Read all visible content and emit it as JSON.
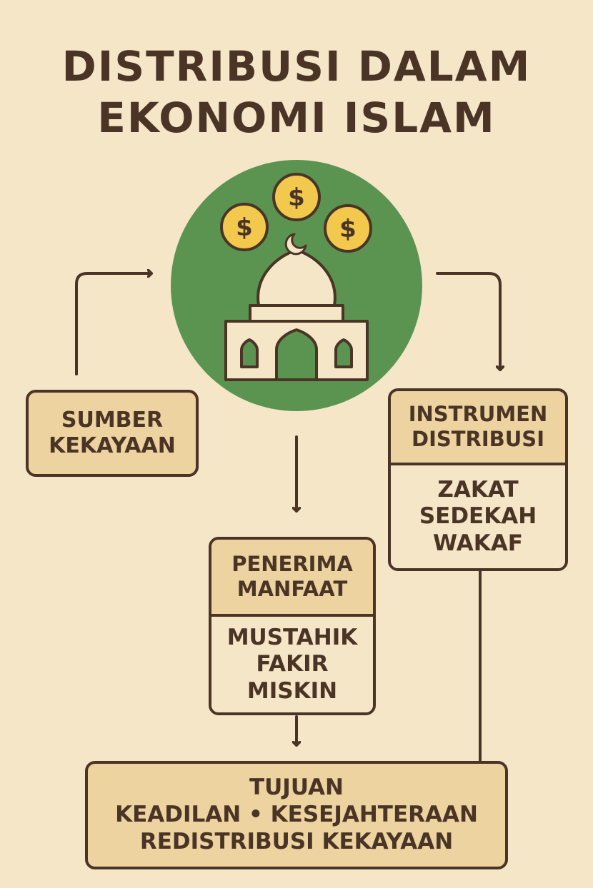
{
  "title": {
    "line1": "DISTRIBUSI DALAM",
    "line2": "EKONOMI ISLAM"
  },
  "coin_symbol": "$",
  "colors": {
    "background": "#f6e6c8",
    "box_fill": "#ecd39f",
    "outline": "#4a3426",
    "circle": "#5a9450",
    "coin": "#f2c94c"
  },
  "boxes": {
    "sumber": {
      "lines": [
        "SUMBER",
        "KEKAYAAN"
      ]
    },
    "instrumen": {
      "header": [
        "INSTRUMEN",
        "DISTRIBUSI"
      ],
      "items": [
        "ZAKAT",
        "SEDEKAH",
        "WAKAF"
      ]
    },
    "penerima": {
      "header": [
        "PENERIMA",
        "MANFAAT"
      ],
      "items": [
        "MUSTAHIK",
        "FAKIR",
        "MISKIN"
      ]
    },
    "tujuan": {
      "lines": [
        "TUJUAN",
        "KEADILAN • KESEJAHTERAAN",
        "REDISTRIBUSI KEKAYAAN"
      ]
    }
  },
  "icons": {
    "center": "mosque-icon",
    "coins": "dollar-coin-icon"
  }
}
